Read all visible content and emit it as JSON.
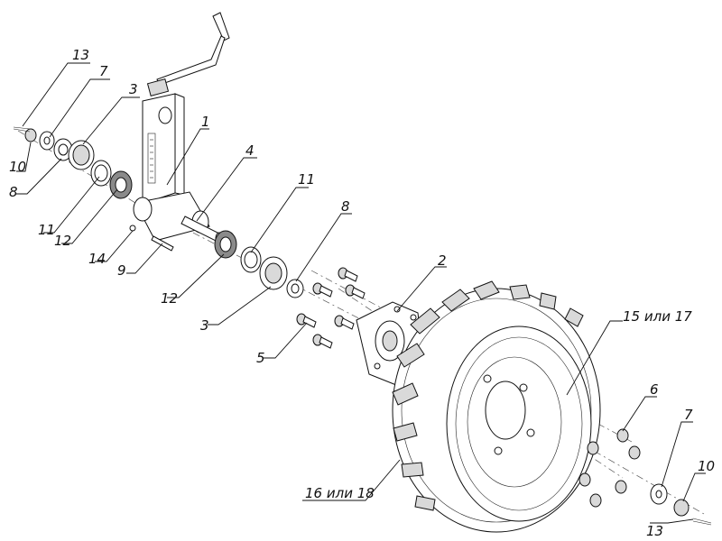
{
  "callouts": [
    {
      "id": "c1",
      "text": "1"
    },
    {
      "id": "c2",
      "text": "2"
    },
    {
      "id": "c3a",
      "text": "3"
    },
    {
      "id": "c3b",
      "text": "3"
    },
    {
      "id": "c4",
      "text": "4"
    },
    {
      "id": "c5",
      "text": "5"
    },
    {
      "id": "c6",
      "text": "6"
    },
    {
      "id": "c7a",
      "text": "7"
    },
    {
      "id": "c7b",
      "text": "7"
    },
    {
      "id": "c8a",
      "text": "8"
    },
    {
      "id": "c8b",
      "text": "8"
    },
    {
      "id": "c9",
      "text": "9"
    },
    {
      "id": "c10a",
      "text": "10"
    },
    {
      "id": "c10b",
      "text": "10"
    },
    {
      "id": "c11a",
      "text": "11"
    },
    {
      "id": "c11b",
      "text": "11"
    },
    {
      "id": "c12a",
      "text": "12"
    },
    {
      "id": "c12b",
      "text": "12"
    },
    {
      "id": "c13a",
      "text": "13"
    },
    {
      "id": "c13b",
      "text": "13"
    },
    {
      "id": "c14",
      "text": "14"
    },
    {
      "id": "c15",
      "text": "15 или 17"
    },
    {
      "id": "c16",
      "text": "16 или 18"
    }
  ]
}
